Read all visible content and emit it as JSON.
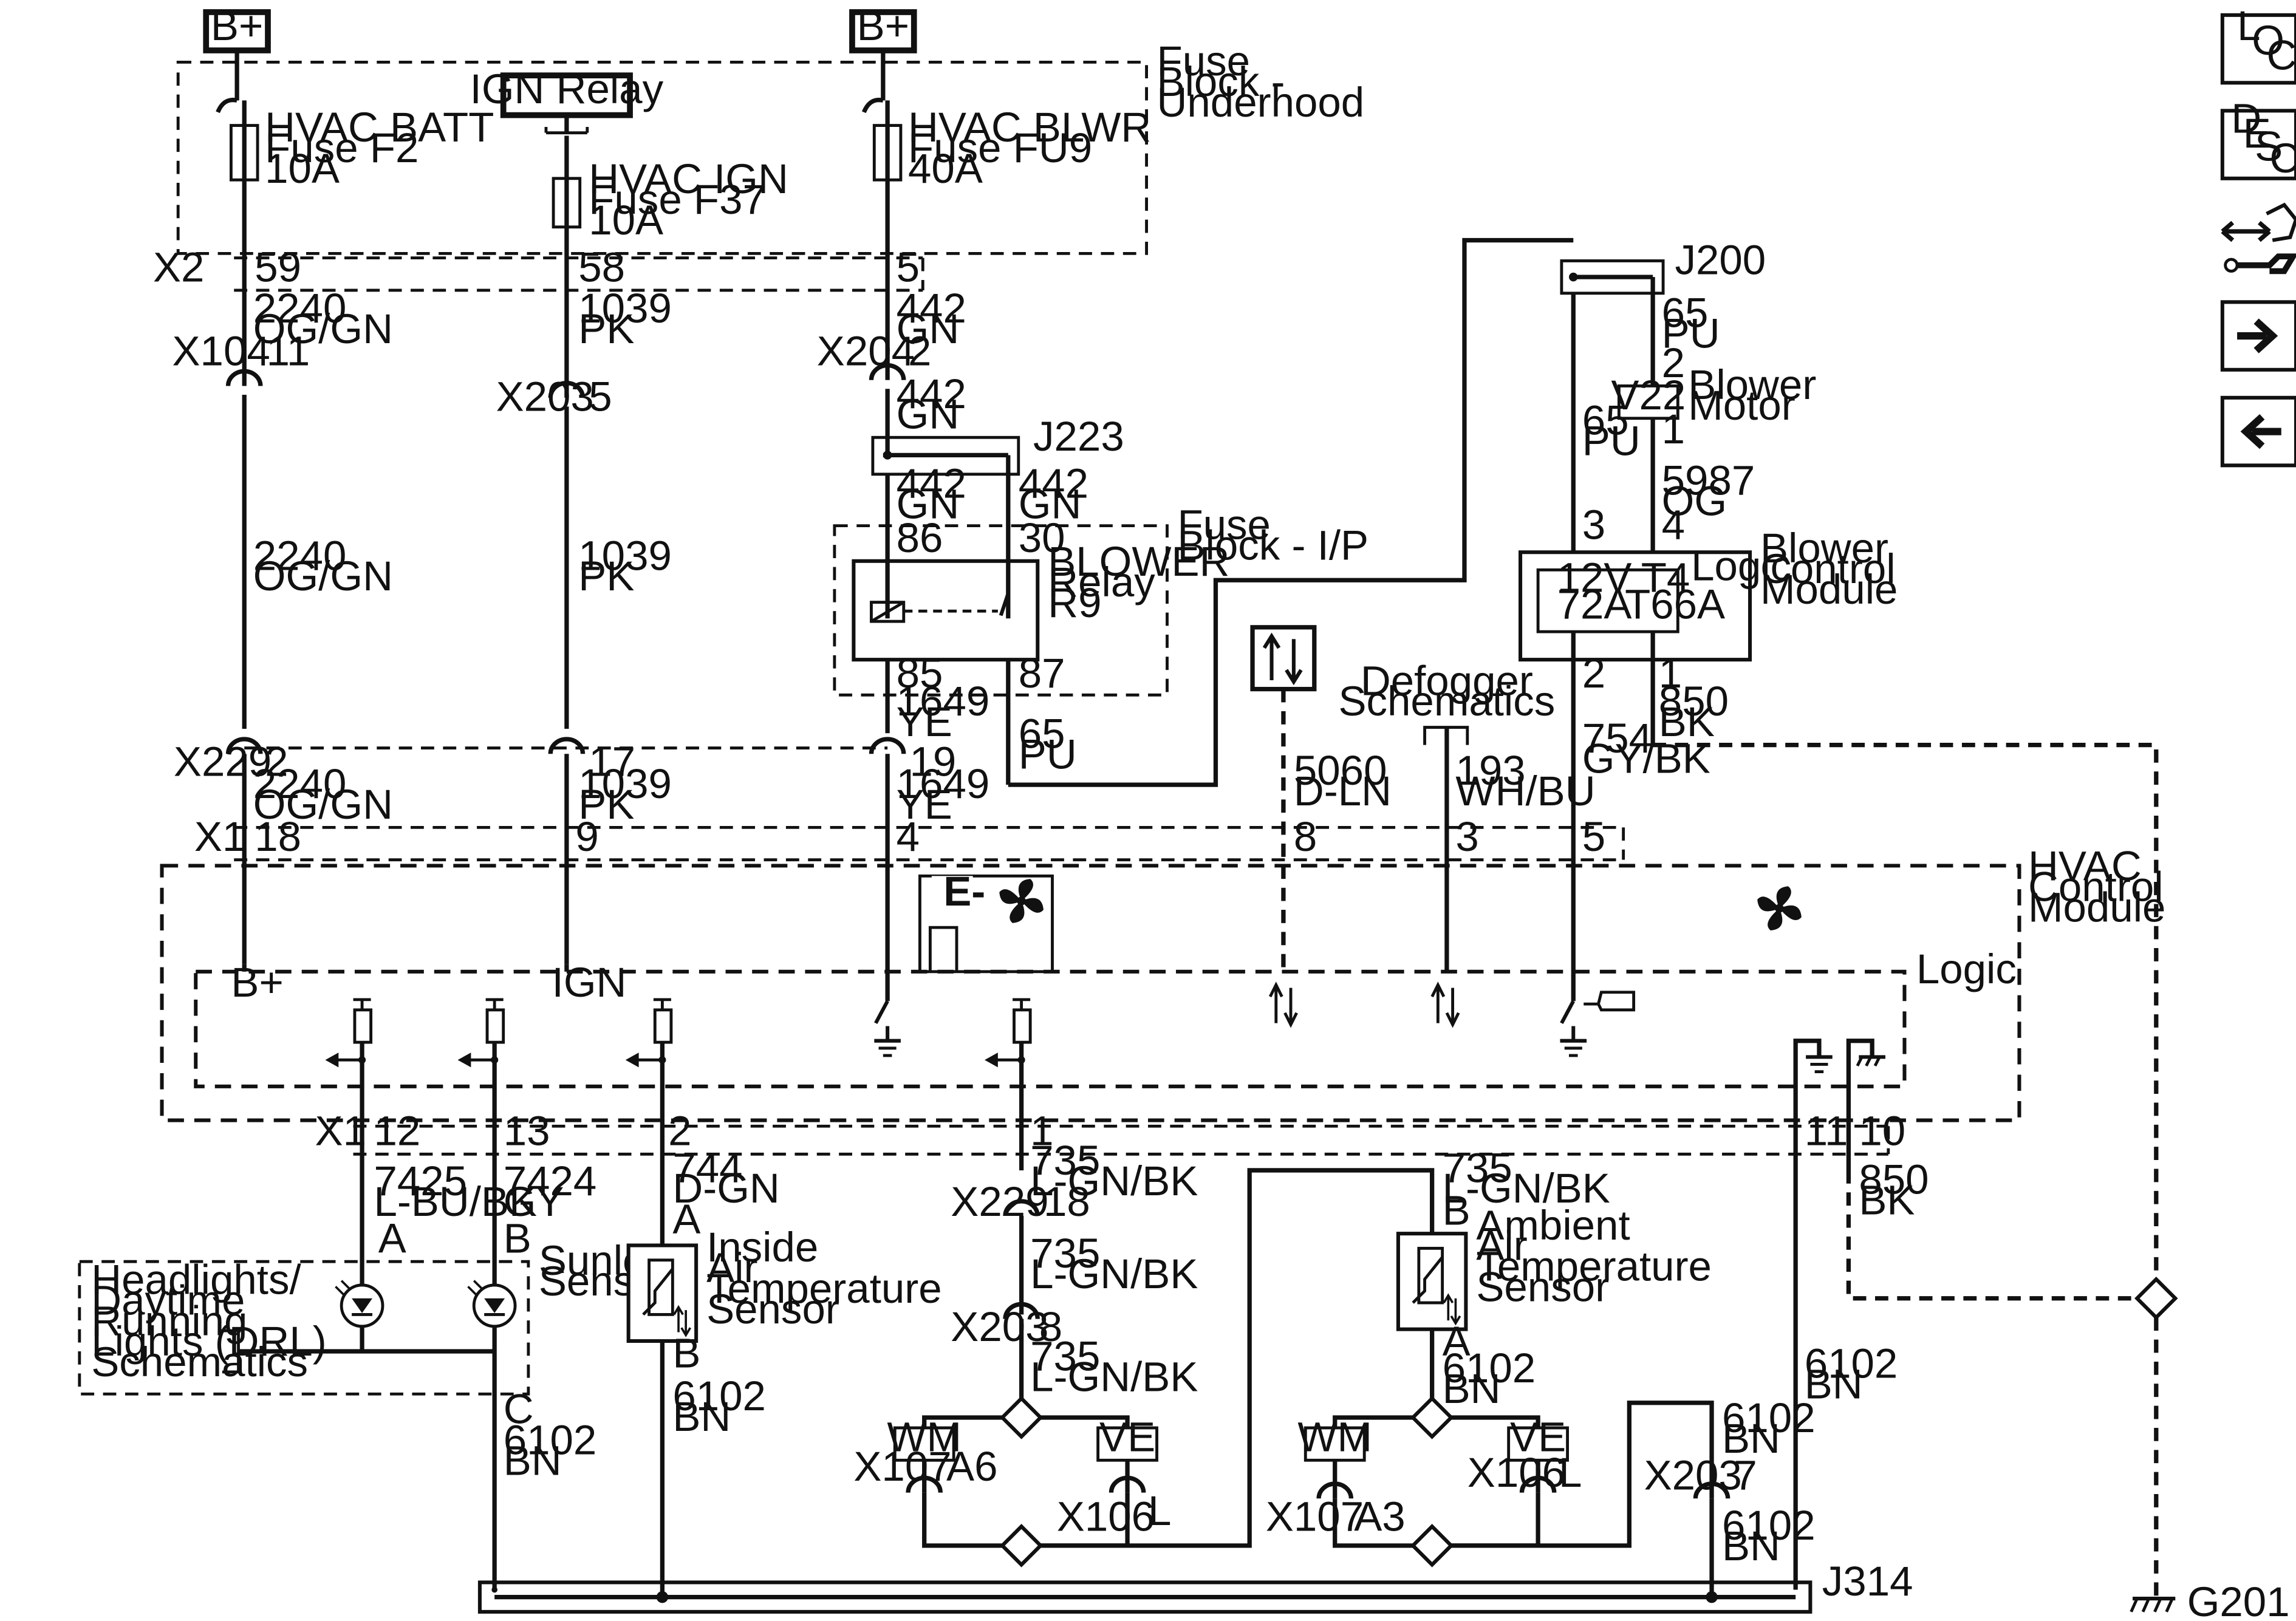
{
  "diagram": {
    "power_sources": [
      "B+",
      "B+"
    ],
    "ign_relay": "IGN Relay",
    "fuse_block_underhood": [
      "Fuse",
      "Block -",
      "Underhood"
    ],
    "fuse_block_ip": [
      "Fuse",
      "Block - I/P"
    ],
    "fuses": [
      {
        "lines": [
          "HVAC BATT",
          "Fuse F2",
          "10A"
        ]
      },
      {
        "lines": [
          "HVAC IGN",
          "Fuse F37",
          "10A"
        ]
      },
      {
        "lines": [
          "HVAC  BLWR",
          "Fuse FU9",
          "40A"
        ]
      }
    ],
    "connectors": {
      "x2": "X2",
      "x104": "X104",
      "x203": "X203",
      "x204": "X204",
      "x229": "X229",
      "x1": "X1",
      "x107": "X107",
      "x106": "X106",
      "j223": "J223",
      "j200": "J200",
      "j314": "J314",
      "g201": "G201"
    },
    "pins": {
      "p59": "59",
      "p58": "58",
      "p5": "5",
      "p11": "11",
      "p2": "2",
      "p17": "17",
      "p19": "19",
      "p18": "18",
      "p9": "9",
      "p4": "4",
      "p8": "8",
      "p3": "3",
      "p1": "1",
      "p12": "12",
      "p13": "13",
      "p10": "10",
      "p7": "7",
      "p86": "86",
      "p30": "30",
      "p85": "85",
      "p87": "87",
      "pA": "A",
      "pB": "B",
      "pC": "C",
      "pA6": "A6",
      "pA3": "A3",
      "pL": "L"
    },
    "wires": {
      "w2240": [
        "2240",
        "OG/GN"
      ],
      "w1039": [
        "1039",
        "PK"
      ],
      "w442": [
        "442",
        "GN"
      ],
      "w1649": [
        "1649",
        "YE"
      ],
      "w65": [
        "65",
        "PU"
      ],
      "w5987": [
        "5987",
        "OG"
      ],
      "w754": [
        "754",
        "GY/BK"
      ],
      "w850": [
        "850",
        "BK"
      ],
      "w5060": [
        "5060",
        "D-LN"
      ],
      "w193": [
        "193",
        "WH/BU"
      ],
      "w7425": [
        "7425",
        "L-BU/BK"
      ],
      "w7424": [
        "7424",
        "GY"
      ],
      "w744": [
        "744",
        "D-GN"
      ],
      "w735": [
        "735",
        "L-GN/BK"
      ],
      "w6102": [
        "6102",
        "BN"
      ]
    },
    "components": {
      "blower_relay": [
        "BLOWER",
        "Relay",
        "R9"
      ],
      "blower_motor": [
        "Blower",
        "Motor"
      ],
      "v22": "V22",
      "bcm": [
        "Blower",
        "Control",
        "Module"
      ],
      "bcm_logic": "Logic",
      "bcm_pins": [
        "12V",
        "T4",
        "72A",
        "T66A"
      ],
      "hvac_module": [
        "HVAC",
        "Control",
        "Module"
      ],
      "hvac_logic": "Logic",
      "b_plus_pin": "B+",
      "ign_pin": "IGN",
      "defogger": [
        "Defogger",
        "Schematics"
      ],
      "sunload": [
        "Sunload",
        "Sensor"
      ],
      "drl": [
        "Headlights/",
        "Daytime",
        "Running",
        "Lights (DRL)",
        "Schematics"
      ],
      "inside_sensor": [
        "Inside",
        "Air",
        "Temperature",
        "Sensor"
      ],
      "ambient_sensor": [
        "Ambient",
        "Air",
        "Temperature",
        "Sensor"
      ],
      "wm": "WM",
      "ve": "VE",
      "e_dash": "E-"
    },
    "nav_buttons": [
      {
        "id": "loc",
        "letters": [
          "L",
          "O",
          "C"
        ]
      },
      {
        "id": "desc",
        "letters": [
          "D",
          "E",
          "S",
          "C"
        ]
      }
    ]
  }
}
